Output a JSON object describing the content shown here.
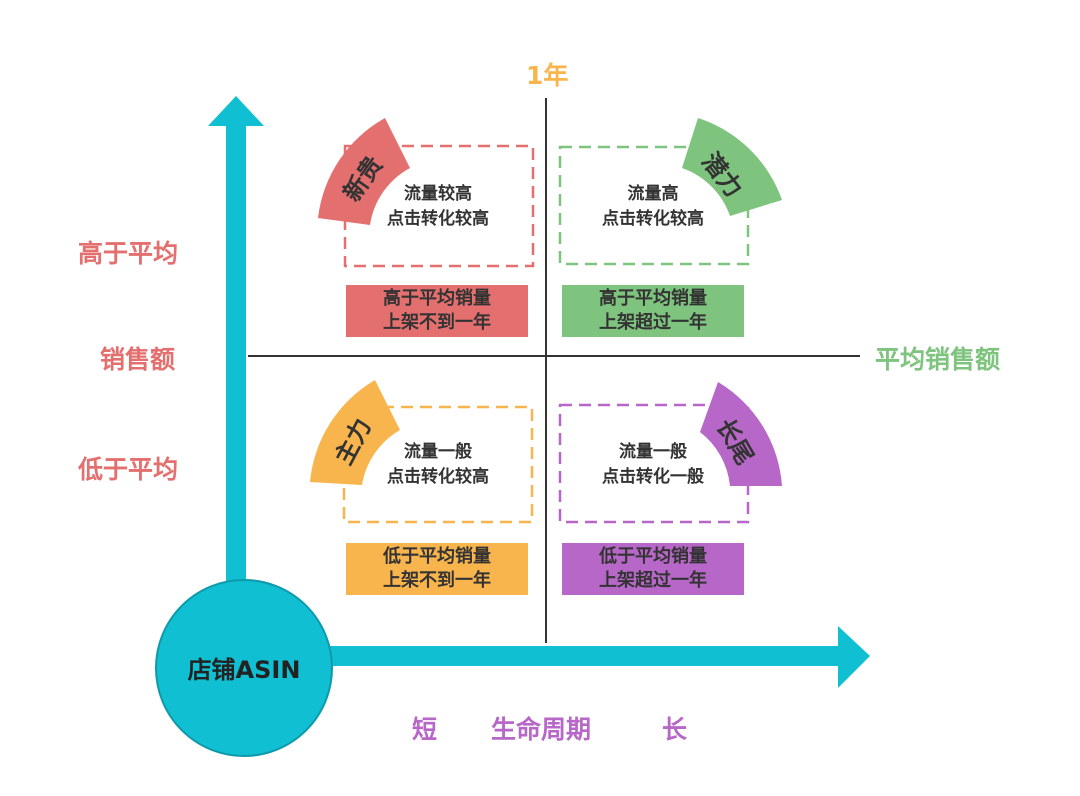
{
  "diagram": {
    "origin_label": "店铺ASIN",
    "top_marker": "1年",
    "y_axis": {
      "high_label": "高于平均",
      "middle_label": "销售额",
      "low_label": "低于平均"
    },
    "x_axis": {
      "right_label": "平均销售额",
      "short_label": "短",
      "center_label": "生命周期",
      "long_label": "长"
    },
    "quadrants": [
      {
        "id": "new",
        "tag": "新贵",
        "color": "#e46f6f",
        "desc_line1": "流量较高",
        "desc_line2": "点击转化较高",
        "band_line1": "高于平均销量",
        "band_line2": "上架不到一年"
      },
      {
        "id": "potential",
        "tag": "潜力",
        "color": "#7ec37e",
        "desc_line1": "流量高",
        "desc_line2": "点击转化较高",
        "band_line1": "高于平均销量",
        "band_line2": "上架超过一年"
      },
      {
        "id": "main",
        "tag": "主力",
        "color": "#f9b54d",
        "desc_line1": "流量一般",
        "desc_line2": "点击转化较高",
        "band_line1": "低于平均销量",
        "band_line2": "上架不到一年"
      },
      {
        "id": "longtail",
        "tag": "长尾",
        "color": "#b767c7",
        "desc_line1": "流量一般",
        "desc_line2": "点击转化一般",
        "band_line1": "低于平均销量",
        "band_line2": "上架超过一年"
      }
    ],
    "colors": {
      "axis": "#10c0d2",
      "high_label": "#e46f6f",
      "top_marker": "#f9b54d",
      "right_label": "#7ec37e",
      "bottom_label": "#b767c7",
      "divider": "#333333"
    }
  }
}
